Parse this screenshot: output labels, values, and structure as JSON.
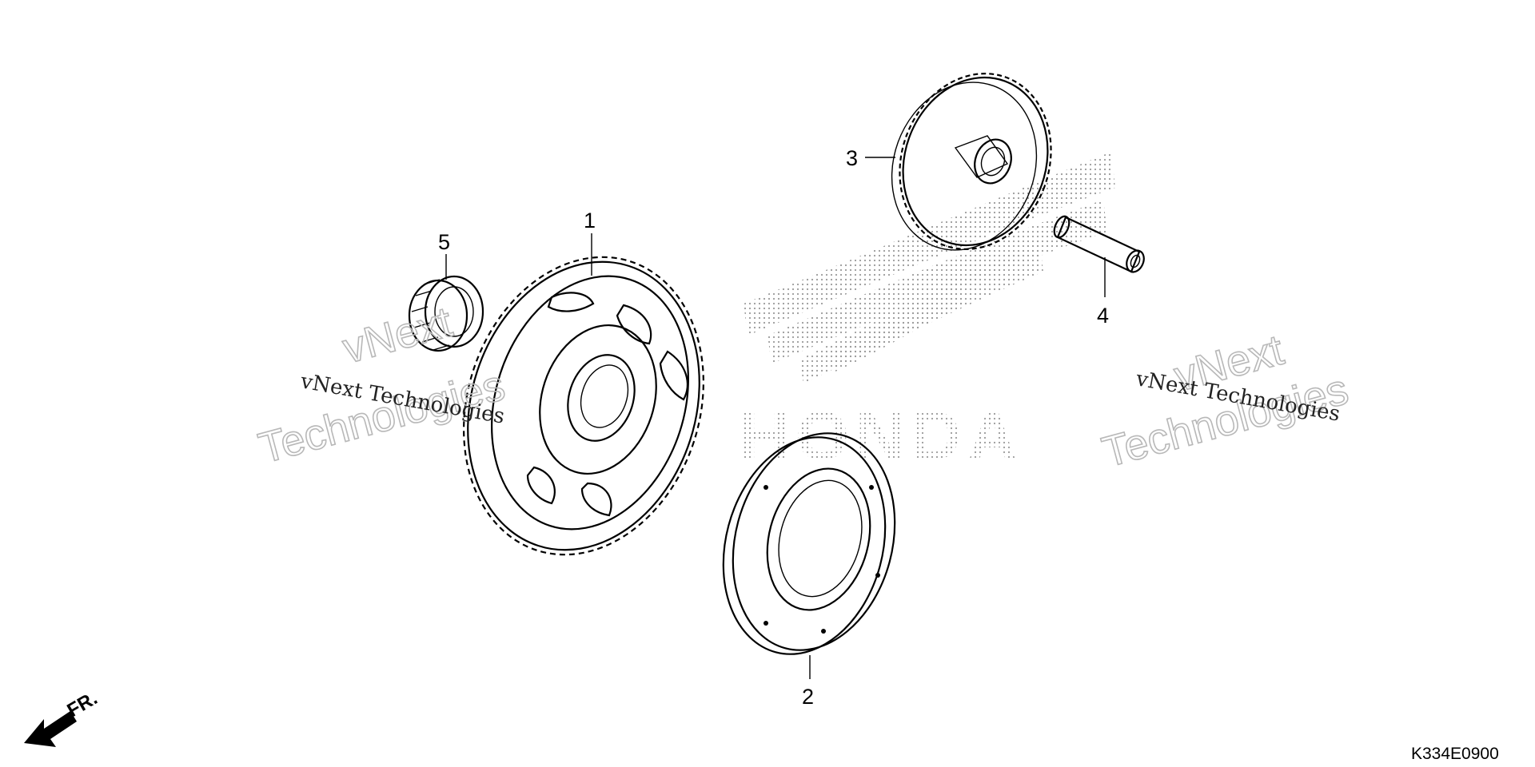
{
  "diagram": {
    "callouts": [
      "1",
      "2",
      "3",
      "4",
      "5"
    ],
    "diagram_code": "K334E0900",
    "direction_label": "FR.",
    "brand_watermark": "HONDA",
    "watermarks": {
      "small_text": "vNext Technologies",
      "large_line1": "vNext",
      "large_line2": "Technologies"
    }
  }
}
